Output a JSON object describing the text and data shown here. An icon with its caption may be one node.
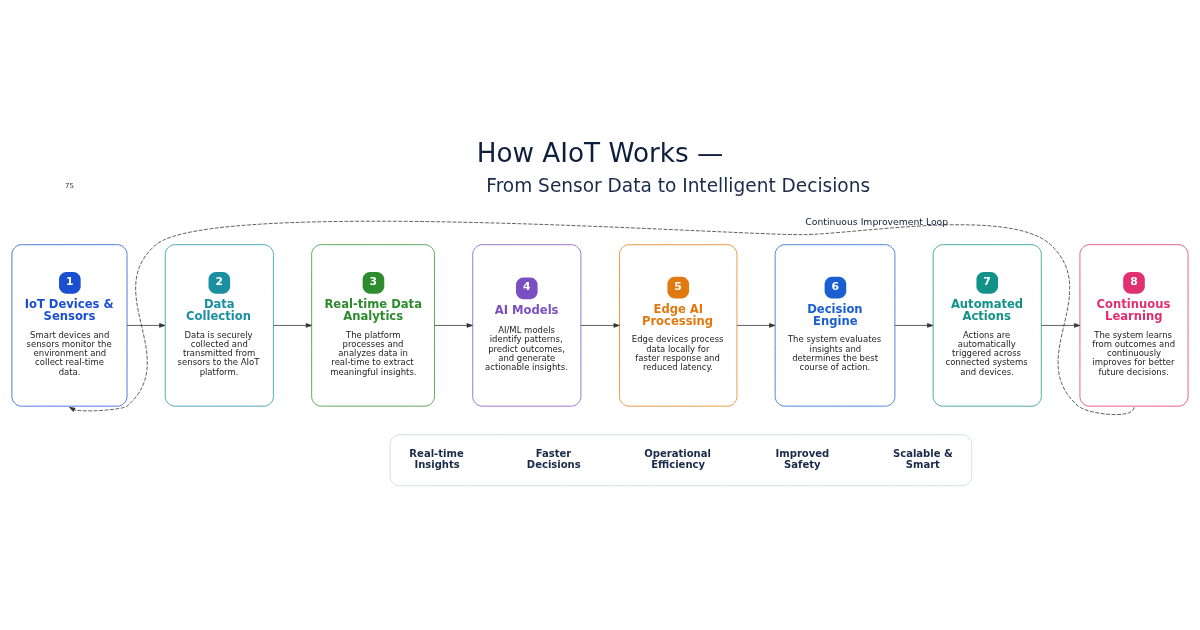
{
  "diagram": {
    "title": "How AIoT Works —",
    "nodes": [
      {
        "text": [
          "1",
          "IoT Devices & Sensors",
          "Smart devices and sensors monitor the environment and collect real-time data."
        ]
      },
      {
        "text": [
          "2",
          "Data Collection",
          "Data is securely collected and transmitted from sensors to the AIoT platform."
        ]
      },
      {
        "text": [
          "3",
          "Real-time Data Analytics",
          "The platform processes and analyzes data in real-time to extract meaningful insights."
        ]
      },
      {
        "text": [
          "4",
          "AI Models",
          "AI/ML models identify patterns, predict outcomes, and generate actionable insights."
        ]
      },
      {
        "text": [
          "5",
          "Edge AI Processing",
          "Edge devices process data locally for faster response and reduced latency."
        ]
      },
      {
        "text": [
          "6",
          "Decision Engine",
          "The system evaluates insights and determines the best course of action."
        ]
      },
      {
        "text": [
          "7",
          "Automated Actions",
          "Actions are automatically triggered across connected systems and devices."
        ]
      },
      {
        "text": [
          "8",
          "Continuous Learning",
          "The system learns from outcomes and continuously improves for better future decisions."
        ]
      },
      {
        "text": [],
        "shape": "box"
      },
      {
        "text": [
          "Real-time Insights"
        ],
        "in": 8
      },
      {
        "text": [
          "Faster Decisions"
        ],
        "in": 8
      },
      {
        "text": [
          "Operational Efficiency"
        ],
        "in": 8
      },
      {
        "text": [
          "Improved Safety"
        ],
        "in": 8
      },
      {
        "text": [
          "Scalable & Smart"
        ],
        "in": 8
      }
    ],
    "edges": [
      {
        "from": 0,
        "to": 1,
        "arrow": "to"
      },
      {
        "from": 1,
        "to": 2,
        "arrow": "to"
      },
      {
        "from": 2,
        "to": 3,
        "arrow": "to"
      },
      {
        "from": 3,
        "to": 4,
        "arrow": "to"
      },
      {
        "from": 4,
        "to": 5,
        "arrow": "to"
      },
      {
        "from": 5,
        "to": 6,
        "arrow": "to"
      },
      {
        "from": 6,
        "to": 7,
        "arrow": "to"
      },
      {
        "from": 7,
        "to": 0,
        "arrow": "to",
        "style": "dashed",
        "label": "Continuous Improvement Loop"
      }
    ],
    "labels": [
      "From Sensor Data to Intelligent Decisions",
      "75"
    ]
  }
}
